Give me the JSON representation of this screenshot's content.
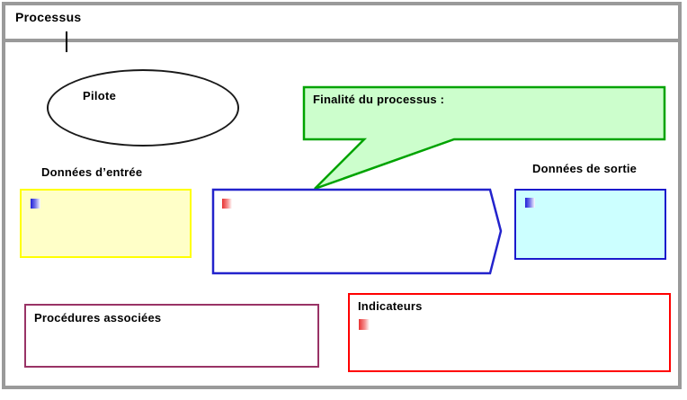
{
  "title": "Processus",
  "pilot": {
    "label": "Pilote"
  },
  "purpose_callout": {
    "label": "Finalité du processus :"
  },
  "input_data": {
    "label": "Données d’entrée"
  },
  "output_data": {
    "label": "Données de sortie"
  },
  "procedures": {
    "label": "Procédures associées"
  },
  "indicators": {
    "label": "Indicateurs"
  },
  "colors": {
    "frame_gray": "#9a9a9a",
    "callout_fill": "#ccfecc",
    "callout_border": "#00a300",
    "input_fill": "#ffffc8",
    "input_border": "#ffff00",
    "output_fill": "#ccffff",
    "output_border": "#1a1acc",
    "process_arrow_border": "#2323cc",
    "procedures_border": "#993366",
    "indicators_border": "#ff0000",
    "bullet_blue": "#2020d8",
    "bullet_red": "#e83232"
  }
}
